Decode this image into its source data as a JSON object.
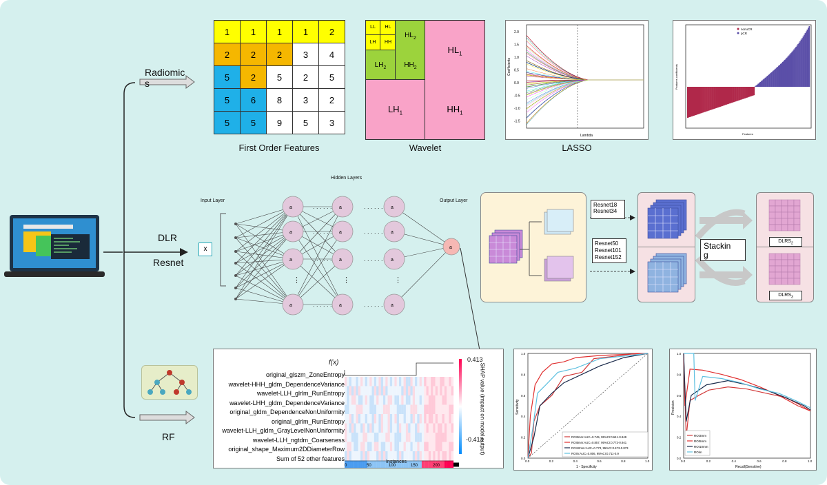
{
  "branches": {
    "radiomics": {
      "label_line1": "Radiomic",
      "label_line2": "s"
    },
    "dlr": {
      "label": "DLR",
      "sublabel": "Resnet"
    },
    "rf": {
      "label": "RF"
    }
  },
  "radiomics": {
    "first_order": {
      "caption": "First Order Features",
      "cells": [
        [
          "1",
          "1",
          "1",
          "1",
          "2"
        ],
        [
          "2",
          "2",
          "2",
          "3",
          "4"
        ],
        [
          "5",
          "2",
          "5",
          "2",
          "5"
        ],
        [
          "5",
          "6",
          "8",
          "3",
          "2"
        ],
        [
          "5",
          "5",
          "9",
          "5",
          "3"
        ]
      ],
      "colors": {
        "yellow": "#ffff00",
        "orange": "#f5b700",
        "blue": "#1fb0e8",
        "white": "#ffffff"
      }
    },
    "wavelet": {
      "caption": "Wavelet",
      "blocks": {
        "ll": "LL",
        "hl": "HL",
        "lh": "LH",
        "hh": "HH",
        "hl2": "HL",
        "lh2": "LH",
        "hh2": "HH",
        "hl1": "HL",
        "lh1": "LH",
        "hh1": "HH",
        "sub1": "1",
        "sub2": "2"
      },
      "colors": {
        "pink": "#f9a3c8",
        "green": "#9cd33c",
        "yellow": "#ffff00"
      }
    },
    "lasso": {
      "caption": "LASSO",
      "ylabel": "Coefficients",
      "xlabel": "Lambda",
      "yticks": [
        "2.0",
        "1.5",
        "1.0",
        "0.5",
        "0.0",
        "-0.5",
        "-1.0",
        "-1.5"
      ]
    },
    "coef_chart": {
      "legend": [
        "nonuCR",
        "pCR"
      ],
      "ylabel": "Features coefficients",
      "xlabel": "Features",
      "colors": {
        "neg": "#b0284a",
        "pos": "#5b4fa8"
      }
    }
  },
  "network": {
    "input_layer": "Input Layer",
    "hidden_layers": "Hidden Layers",
    "output_layer": "Output Layer",
    "input_node": "x",
    "output_node": "a",
    "neuron_labels": [
      "a",
      "a",
      "a",
      "a"
    ],
    "dots": ". . . . . ."
  },
  "resnet": {
    "group1_line1": "Resnet18",
    "group1_line2": "Resnet34",
    "group2_line1": "Resnet50",
    "group2_line2": "Resnet101",
    "group2_line3": "Resnet152",
    "stacking_line1": "Stackin",
    "stacking_line2": "g",
    "dlrs2": "DLRS",
    "dlrs2_sub": "2",
    "dlrs3": "DLRS",
    "dlrs3_sub": "3"
  },
  "shap": {
    "fx": "f(x)",
    "features": [
      "original_glszm_ZoneEntropy",
      "wavelet-HHH_gldm_DependenceVariance",
      "wavelet-LLH_glrlm_RunEntropy",
      "wavelet-LHH_gldm_DependenceVariance",
      "original_gldm_DependenceNonUniformity",
      "original_glrlm_RunEntropy",
      "wavelet-LLH_gldm_GrayLevelNonUniformity",
      "wavelet-LLH_ngtdm_Coarseness",
      "original_shape_Maximum2DDiameterRow",
      "Sum of 52 other features"
    ],
    "xticks": [
      "0",
      "50",
      "100",
      "150",
      "200"
    ],
    "xlabel": "Instances",
    "cbar_max": "0.413",
    "cbar_min": "-0.413",
    "cbar_label": "SHAP value (impact on model output)"
  },
  "roc": {
    "ylabel": "Sensitivity",
    "xlabel": "1 - Specificity",
    "ticks": [
      "0.0",
      "0.2",
      "0.4",
      "0.6",
      "0.8",
      "1.0"
    ],
    "legend": [
      {
        "text": "ROI3mm:AUC=0.745, 95%CI:0.641-0.849",
        "color": "#d23a3a"
      },
      {
        "text": "ROI5mm:AUC=0.857, 95%CI:0.773-0.941",
        "color": "#e03030"
      },
      {
        "text": "ROI10mm:AUC=0.773, 95%CI:0.673-0.873",
        "color": "#1a2a4a"
      },
      {
        "text": "ROIin:AUC=0.806, 95%CI:0.711-0.9",
        "color": "#5ec0e0"
      }
    ]
  },
  "pr": {
    "ylabel": "Precision",
    "xlabel": "Recall(Sensitive)",
    "ticks": [
      "0.0",
      "0.2",
      "0.4",
      "0.6",
      "0.8",
      "1.0"
    ],
    "legend": [
      {
        "text": "ROI3mm",
        "color": "#d23a3a"
      },
      {
        "text": "ROI5mm",
        "color": "#e03030"
      },
      {
        "text": "ROI10mm",
        "color": "#1a2a4a"
      },
      {
        "text": "ROIin",
        "color": "#5ec0e0"
      }
    ]
  }
}
